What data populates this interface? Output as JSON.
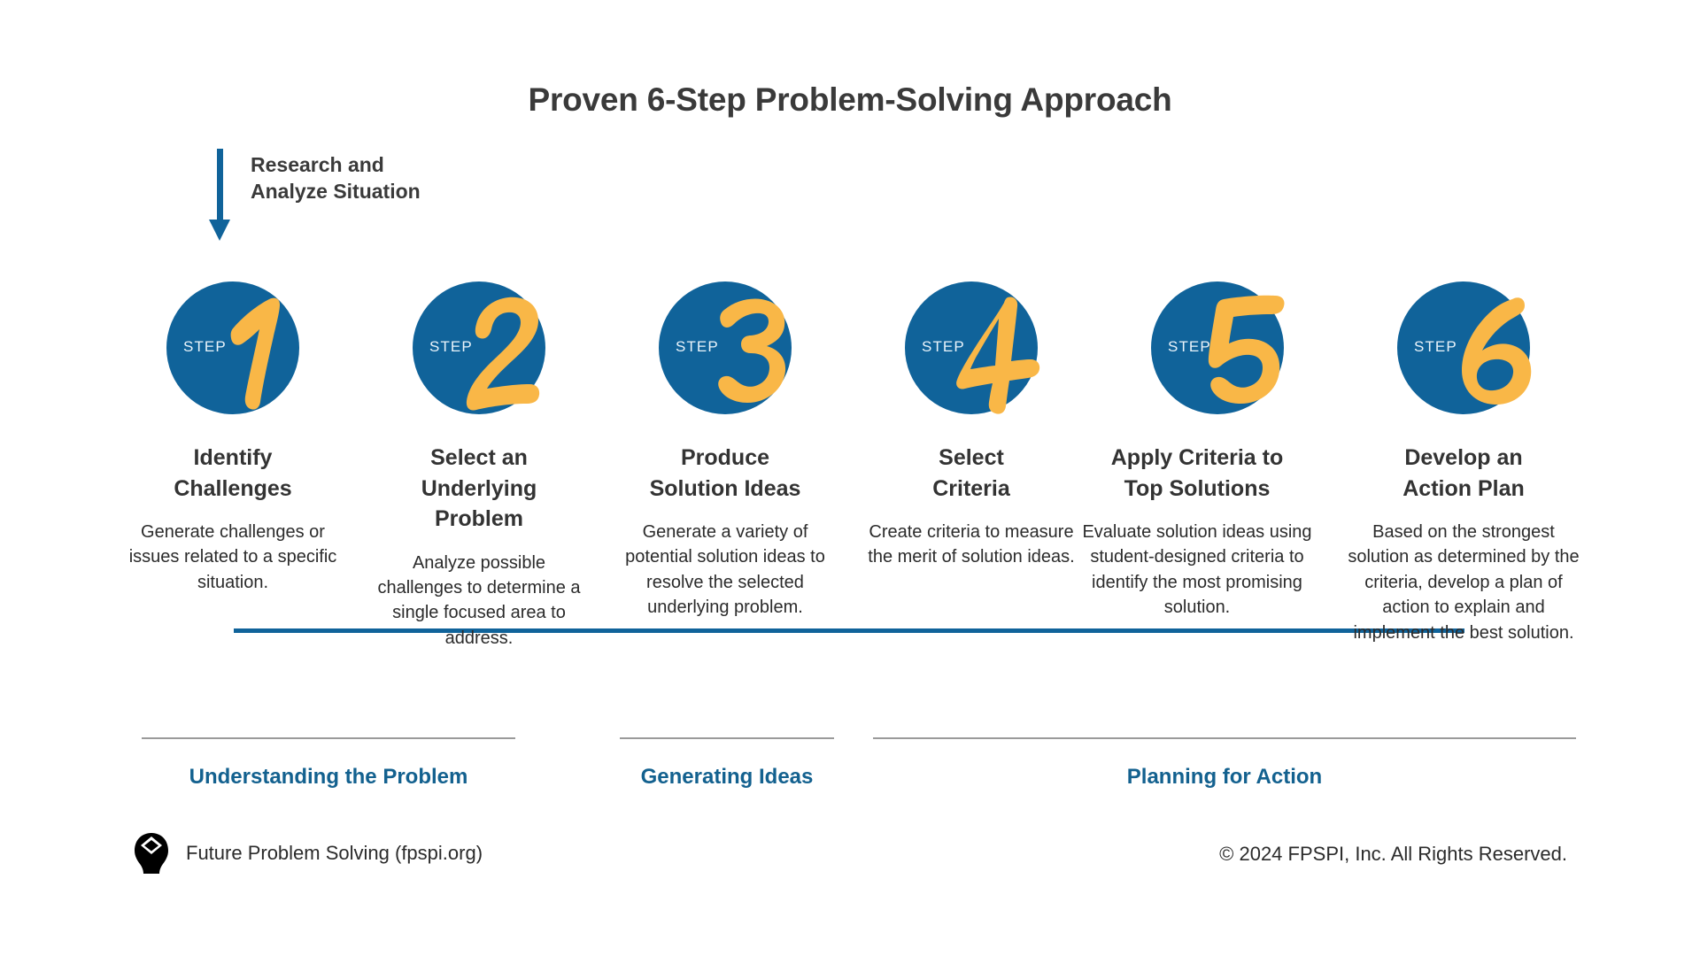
{
  "title": "Proven 6-Step Problem-Solving Approach",
  "intro": {
    "label": "Research and\nAnalyze Situation",
    "arrow_icon": "down-arrow-icon",
    "color": "#10639A"
  },
  "colors": {
    "circle_blue": "#10639A",
    "numeral_yellow": "#F9B747",
    "category_blue": "#13618F",
    "rule_gray": "#9A9A9A",
    "text_dark": "#333333"
  },
  "steps": [
    {
      "step_word": "STEP",
      "number": "1",
      "heading": "Identify\nChallenges",
      "description": "Generate challenges or issues related to a specific situation."
    },
    {
      "step_word": "STEP",
      "number": "2",
      "heading": "Select an\nUnderlying\nProblem",
      "description": "Analyze possible challenges to determine a single focused area to address."
    },
    {
      "step_word": "STEP",
      "number": "3",
      "heading": "Produce\nSolution Ideas",
      "description": "Generate a variety of potential solution ideas to resolve the selected underlying problem."
    },
    {
      "step_word": "STEP",
      "number": "4",
      "heading": "Select\nCriteria",
      "description": "Create criteria to measure the merit of solution ideas."
    },
    {
      "step_word": "STEP",
      "number": "5",
      "heading": "Apply Criteria to\nTop Solutions",
      "description": "Evaluate solution ideas using student-designed criteria to identify the most promising solution."
    },
    {
      "step_word": "STEP",
      "number": "6",
      "heading": "Develop an\nAction Plan",
      "description": "Based on the strongest solution as determined by the criteria, develop a plan of action to explain and implement the best solution."
    }
  ],
  "categories": [
    {
      "label": "Understanding the Problem"
    },
    {
      "label": "Generating Ideas"
    },
    {
      "label": "Planning for Action"
    }
  ],
  "footer": {
    "logo_icon": "fpspi-head-logo",
    "organization": "Future Problem Solving (fpspi.org)",
    "copyright": "© 2024 FPSPI, Inc. All Rights Reserved."
  }
}
